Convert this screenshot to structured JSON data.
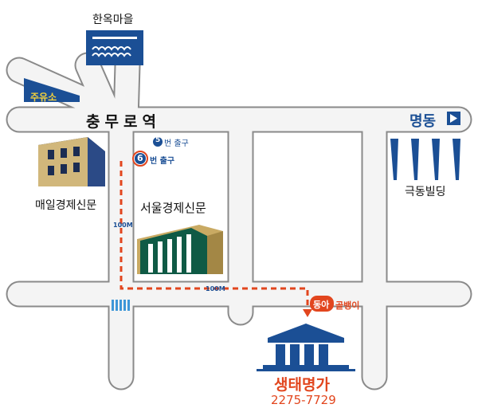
{
  "map": {
    "station_label": "충무로역",
    "landmarks": {
      "hanok": "한옥마을",
      "gas_station": "주유소",
      "maeil": "매일경제신문",
      "seoul": "서울경제신문",
      "theater": "극동빌딩"
    },
    "direction_label": "명동",
    "exits": [
      {
        "number": "5",
        "label": "번 출구"
      },
      {
        "number": "6",
        "label": "번 출구"
      }
    ],
    "distances": [
      "100M",
      "100M"
    ],
    "shop_badge": "동아",
    "shop_label": "골뱅이",
    "destination": {
      "name": "생태명가",
      "phone": "2275-7729"
    },
    "colors": {
      "road": "#f4f4f4",
      "road_outline": "#8a8a8a",
      "route": "#e2461e",
      "accent_blue": "#1b4f95",
      "destination_red": "#e2461e",
      "building_green": "#0f5a45",
      "building_tan": "#c9aa63"
    }
  }
}
